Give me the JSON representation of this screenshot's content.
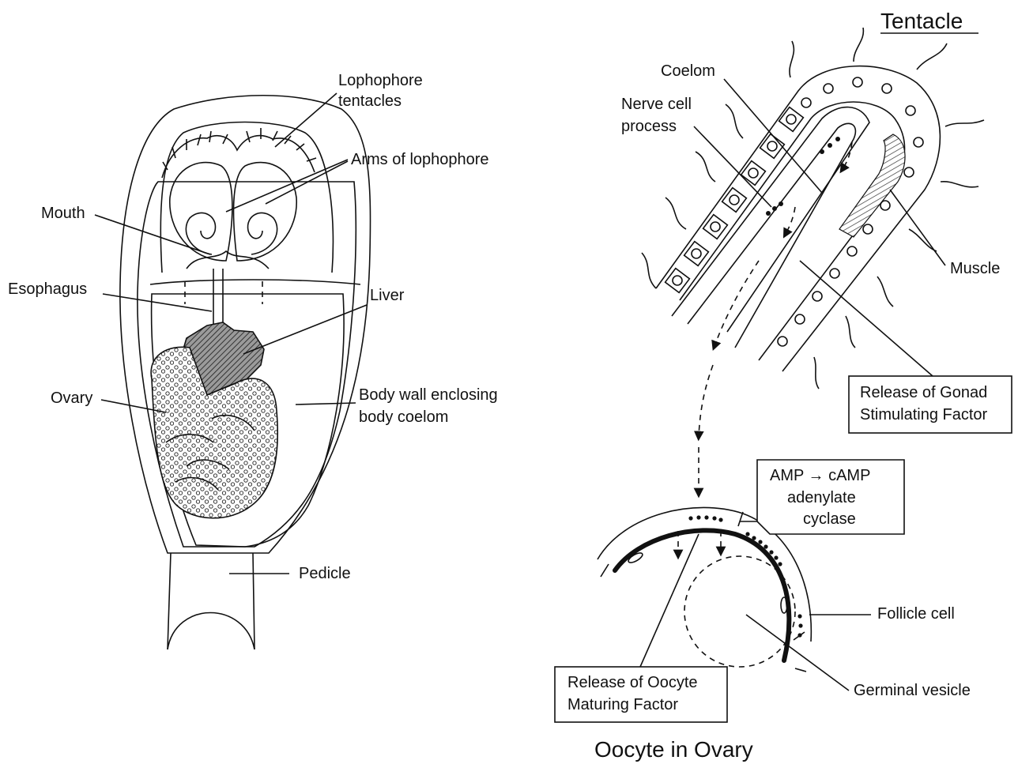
{
  "left_diagram": {
    "labels": {
      "lophophore_tentacles": [
        "Lophophore",
        "tentacles"
      ],
      "arms_of_lophophore": "Arms of lophophore",
      "mouth": "Mouth",
      "esophagus": "Esophagus",
      "liver": "Liver",
      "ovary": "Ovary",
      "body_wall": [
        "Body wall enclosing",
        "body coelom"
      ],
      "pedicle": "Pedicle"
    }
  },
  "tentacle_diagram": {
    "title": "Tentacle",
    "labels": {
      "coelom": "Coelom",
      "nerve_cell_process": [
        "Nerve cell",
        "process"
      ],
      "muscle": "Muscle"
    },
    "gonad_box": [
      "Release of Gonad",
      "Stimulating Factor"
    ]
  },
  "oocyte_diagram": {
    "title": "Oocyte in Ovary",
    "camp_box": [
      "AMP → cAMP",
      "adenylate",
      "cyclase"
    ],
    "labels": {
      "follicle_cell": "Follicle cell",
      "germinal_vesicle": "Germinal vesicle"
    },
    "maturing_box": [
      "Release of Oocyte",
      "Maturing Factor"
    ]
  }
}
